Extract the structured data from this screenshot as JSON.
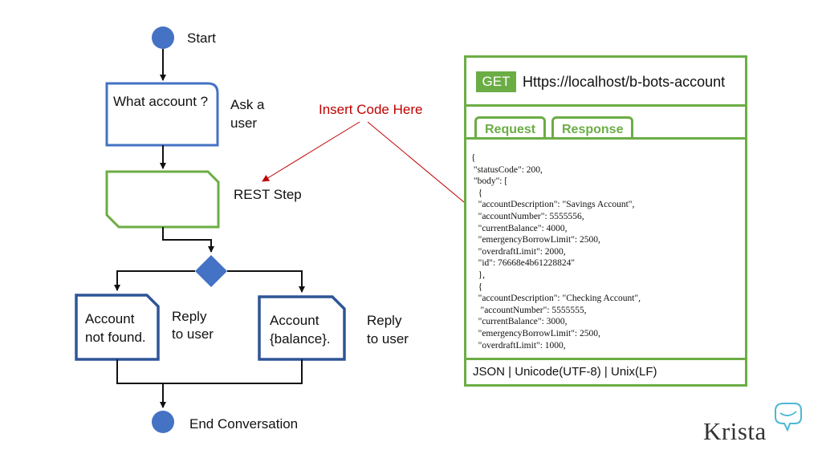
{
  "flow": {
    "start_label": "Start",
    "ask_node_text": "What account ?",
    "ask_note_line1": "Ask a",
    "ask_note_line2": "user",
    "rest_label": "REST Step",
    "annotation": "Insert Code Here",
    "not_found_line1": "Account",
    "not_found_line2": "not found.",
    "balance_line1": "Account",
    "balance_line2": "{balance}.",
    "reply_left_line1": "Reply",
    "reply_left_line2": "to user",
    "reply_right_line1": "Reply",
    "reply_right_line2": "to user",
    "end_label": "End Conversation"
  },
  "api_panel": {
    "method": "GET",
    "url": "Https://localhost/b-bots-account",
    "tabs": [
      "Request",
      "Response"
    ],
    "active_tab": "Response",
    "code": "{\n \"statusCode\": 200,\n \"body\": [\n   {\n   \"accountDescription\": \"Savings Account\",\n   \"accountNumber\": 5555556,\n   \"currentBalance\": 4000,\n   \"emergencyBorrowLimit\": 2500,\n   \"overdraftLimit\": 2000,\n   \"id\": 76668e4b61228824\"\n   },\n   {\n   \"accountDescription\": \"Checking Account\",\n    \"accountNumber\": 5555555,\n   \"currentBalance\": 3000,\n   \"emergencyBorrowLimit\": 2500,\n   \"overdraftLimit\": 1000,",
    "footer": "JSON | Unicode(UTF-8) | Unix(LF)"
  },
  "brand": {
    "logo_text": "Krista"
  },
  "colors": {
    "blue_node": "#4472c4",
    "dark_blue_node": "#2f5597",
    "green": "#6bad45",
    "annotation_red": "#c00000",
    "bubble_teal": "#4bb8d4"
  }
}
